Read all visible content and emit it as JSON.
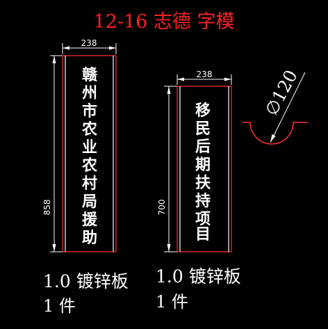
{
  "title": "12-16 志德 字模",
  "colors": {
    "background": "#000000",
    "title": "#ff2020",
    "plate_edge": "#ff3030",
    "plate_side": "#ffffff",
    "dimension": "#ffffff",
    "text": "#ffffff"
  },
  "plate_left": {
    "width_label": "238",
    "height_label": "858",
    "chars": [
      "赣",
      "州",
      "市",
      "农",
      "业",
      "农",
      "村",
      "局",
      "援",
      "助"
    ],
    "note_line1": "1.0 镀锌板",
    "note_line2": "1 件"
  },
  "plate_right": {
    "width_label": "238",
    "height_label": "700",
    "chars": [
      "移",
      "民",
      "后",
      "期",
      "扶",
      "持",
      "项",
      "目"
    ],
    "note_line1": "1.0 镀锌板",
    "note_line2": "1 件"
  },
  "arc_detail": {
    "diameter_label": "∅120"
  }
}
